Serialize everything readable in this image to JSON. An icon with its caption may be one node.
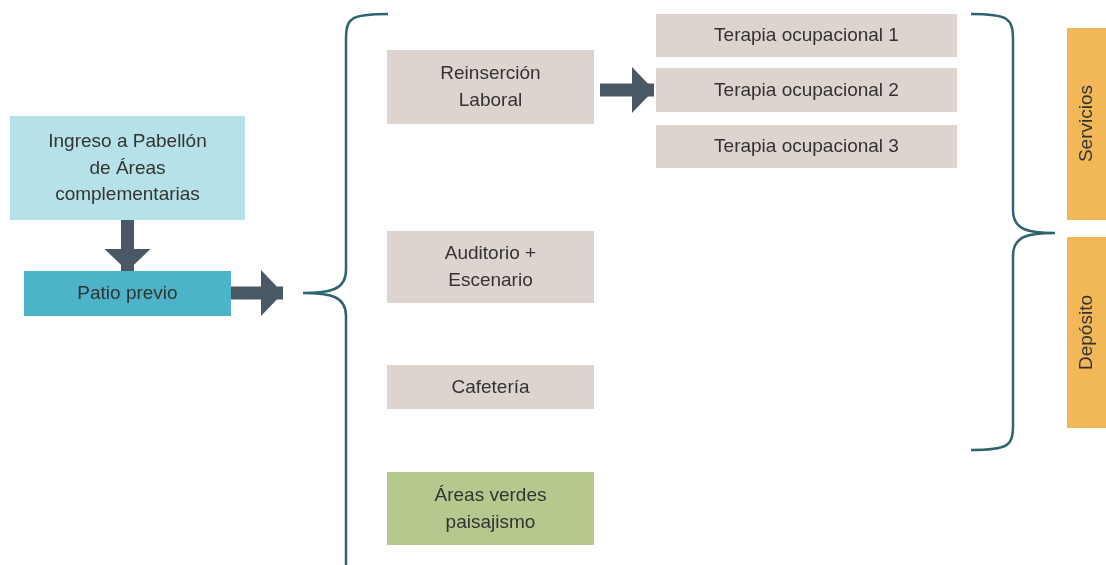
{
  "diagram": {
    "nodes": [
      {
        "text": [
          "Ingreso a Pabellón de Áreas complementarias"
        ]
      },
      {
        "text": [
          "Patio previo"
        ]
      },
      {
        "text": [
          "Reinserción Laboral"
        ]
      },
      {
        "text": [
          "Terapia ocupacional 1"
        ]
      },
      {
        "text": [
          "Terapia ocupacional 2"
        ]
      },
      {
        "text": [
          "Terapia ocupacional 3"
        ]
      },
      {
        "text": [
          "Auditorio + Escenario"
        ]
      },
      {
        "text": [
          "Cafetería"
        ]
      },
      {
        "text": [
          "Áreas verdes paisajismo"
        ]
      },
      {
        "text": [
          "Servicios"
        ]
      },
      {
        "text": [
          "Depósito"
        ]
      }
    ],
    "edges": [
      {
        "from": 0,
        "to": 1,
        "arrow": "to"
      },
      {
        "from": 1,
        "to": null,
        "arrow": "to"
      },
      {
        "from": 2,
        "to": 4,
        "arrow": "to"
      }
    ]
  }
}
